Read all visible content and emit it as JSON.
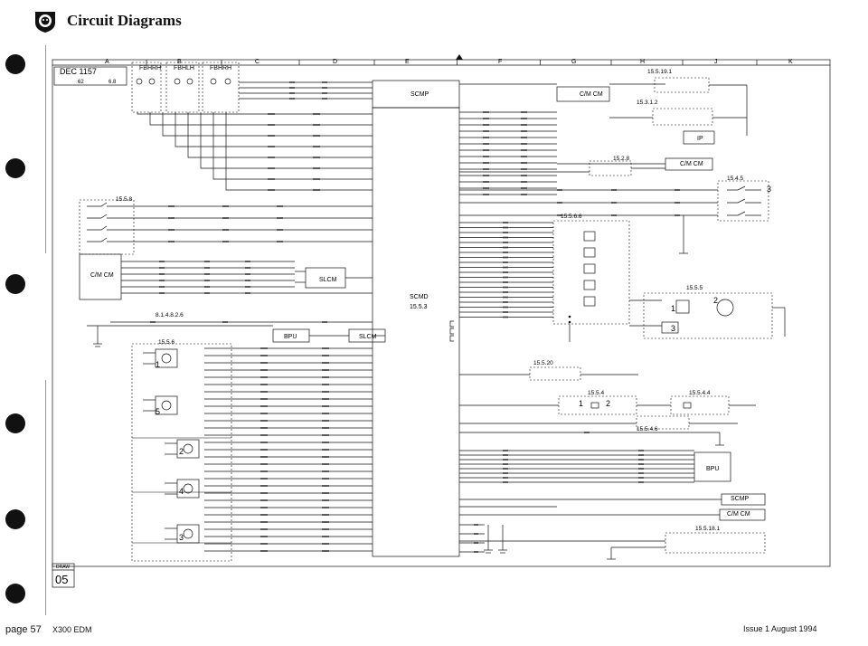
{
  "header": {
    "title": "Circuit Diagrams"
  },
  "footer": {
    "page": "page 57",
    "doc": "X300 EDM",
    "issue": "Issue 1 August 1994"
  },
  "drawing": {
    "date_box": "DEC 1157",
    "rev": "62",
    "sheet_no": "6.8",
    "sheet_stamp_top": "DRAW",
    "sheet_stamp": "05",
    "grid_columns": [
      "A",
      "B",
      "C",
      "D",
      "E",
      "F",
      "G",
      "H",
      "J",
      "K"
    ],
    "boxes": {
      "fbhrh_left": "FBHRH",
      "fbhlh": "FBHLH",
      "fbhrh_right": "FBHRH",
      "scmp_top": "SCMP",
      "ccm_top": "C/M CM",
      "ip": "IP",
      "ccm_right": "C/M CM",
      "ccm_left": "C/M CM",
      "slcm_mid": "SLCM",
      "bpu_mid": "BPU",
      "slcm_low": "SLCM",
      "scmd": "SCMD",
      "scmd_ref": "15.5.3",
      "bpu_right": "BPU",
      "scmp_right": "SCMP",
      "ccm_bottom": "C/M CM"
    },
    "refs": {
      "r_1558": "15.5.8",
      "r_1551": "15.5.19.1",
      "r_1531": "15.3.1.2",
      "r_1528": "15.2.8",
      "r_1545": "15.4.5",
      "r_1556": "15.5.6.6",
      "r_1555": "15.5.5",
      "r_1520": "15.5.20",
      "r_1554": "15.5.4",
      "r_15544": "15.5.4.4",
      "r_15546": "15.5.4.6",
      "r_81426": "8.1.4.8.2.6",
      "r_1556b": "15.5.6",
      "r_15181": "15.5.18.1"
    },
    "labels": {
      "n1": "1",
      "n2": "2",
      "n3": "3",
      "n4": "4",
      "n5": "5",
      "c1": "1",
      "c2": "2",
      "c3": "3",
      "s1": "3",
      "s2": "2",
      "s3": "1"
    }
  }
}
